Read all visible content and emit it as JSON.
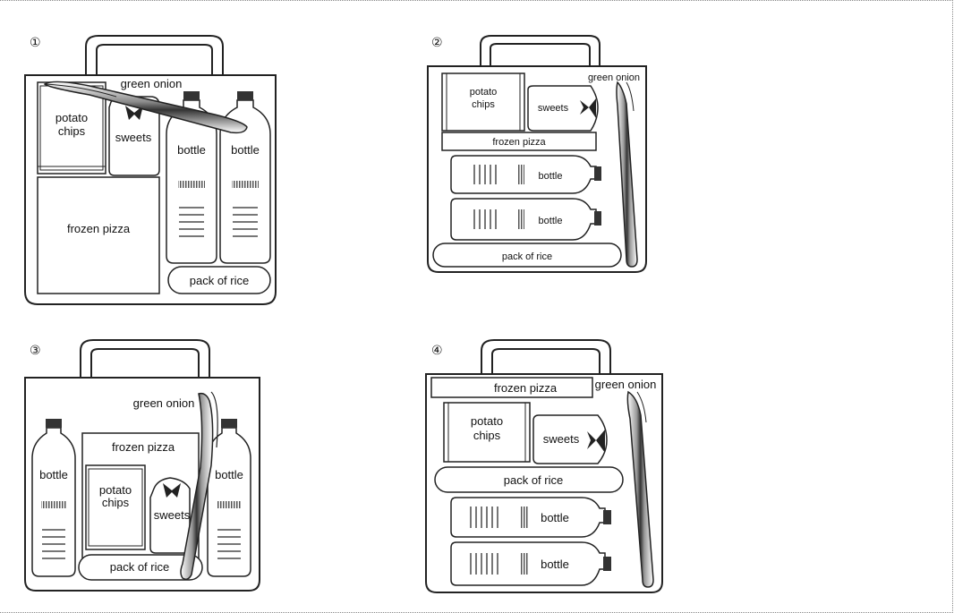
{
  "panels": [
    {
      "number": "①"
    },
    {
      "number": "②"
    },
    {
      "number": "③"
    },
    {
      "number": "④"
    }
  ],
  "labels": {
    "green_onion": "green onion",
    "potato_chips_line1": "potato",
    "potato_chips_line2": "chips",
    "sweets": "sweets",
    "bottle": "bottle",
    "frozen_pizza": "frozen pizza",
    "pack_of_rice": "pack of rice"
  }
}
